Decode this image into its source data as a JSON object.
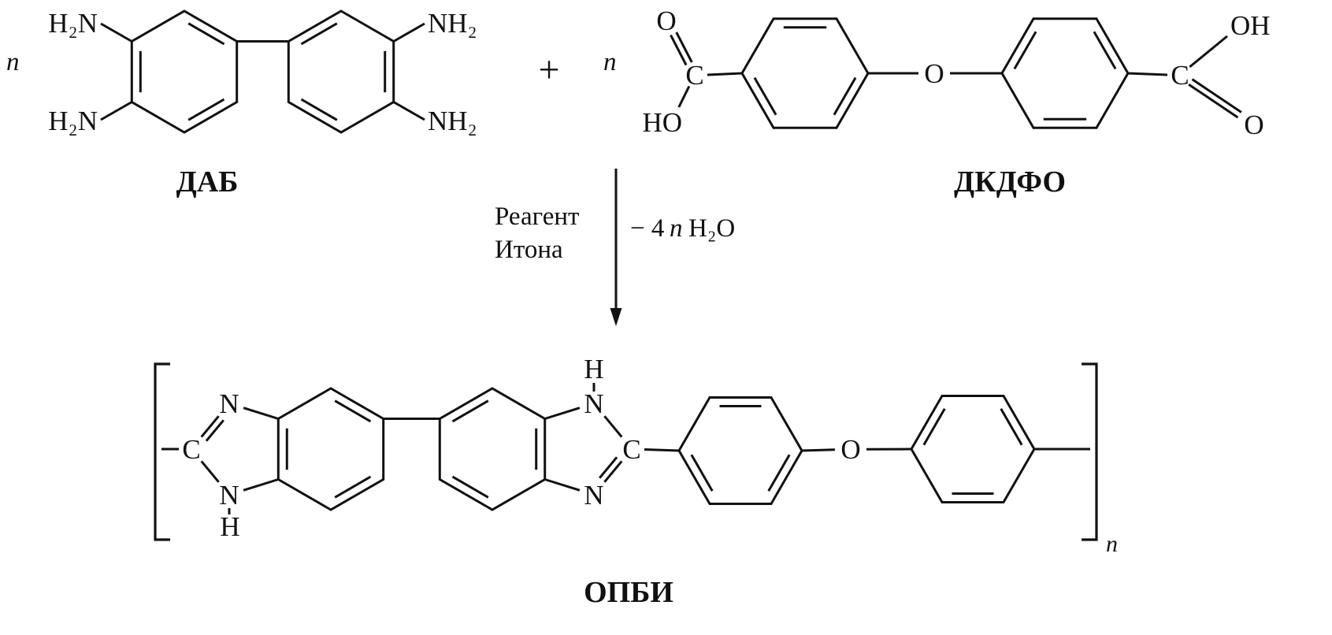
{
  "background": "#ffffff",
  "ink": "#111111",
  "reactant_dab": {
    "coefficient": "n",
    "amine_top_left": "H₂N",
    "amine_bottom_left": "H₂N",
    "amine_top_right": "NH₂",
    "amine_bottom_right": "NH₂",
    "name": "ДАБ"
  },
  "plus_sign": "+",
  "reactant_dkdfo": {
    "coefficient": "n",
    "carbonyl_o_left": "O",
    "carbon_left": "C",
    "hydroxyl_left": "HO",
    "ether_o": "O",
    "carbon_right": "C",
    "hydroxyl_right": "OH",
    "carbonyl_o_right": "O",
    "name": "ДКДФО"
  },
  "reaction": {
    "reagent_line1": "Реагент",
    "reagent_line2": "Итона",
    "byproduct_prefix": "− 4",
    "byproduct_coefficient": "n",
    "byproduct_formula": "H₂O"
  },
  "product_opbi": {
    "carbon_left": "C",
    "n_top_left": "N",
    "n_bottom_left": "N",
    "h_bottom_left": "H",
    "h_top_right": "H",
    "n_top_right": "N",
    "n_bottom_right": "N",
    "carbon_right": "C",
    "ether_o": "O",
    "repeat_subscript": "n",
    "name": "ОПБИ"
  }
}
